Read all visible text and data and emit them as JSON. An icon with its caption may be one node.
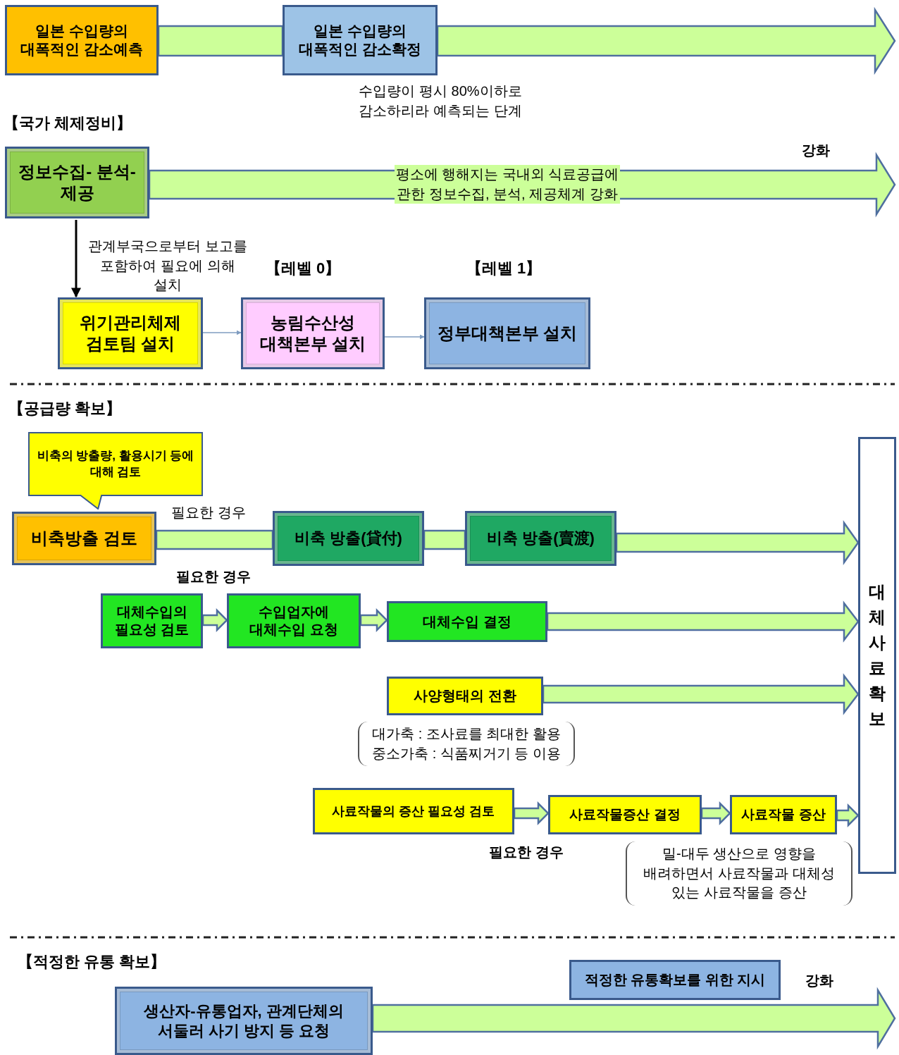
{
  "diagram": {
    "nodes": [
      {
        "text": [
          "일본 수입량의 대폭적인 감소예측"
        ]
      },
      {
        "text": [
          "일본 수입량의 대폭적인 감소확정"
        ],
        "beside": [
          "수입량이 평시 80%이하로 감소하리라 예측되는 단계"
        ]
      },
      {
        "text": [
          "정보수집- 분석-제공"
        ]
      },
      {
        "text": [
          "위기관리체제 검토팀 설치"
        ]
      },
      {
        "text": [
          "농림수산성 대책본부 설치"
        ],
        "beside": [
          "【레벨 0】"
        ]
      },
      {
        "text": [
          "정부대책본부 설치"
        ],
        "beside": [
          "【레벨 1】"
        ]
      },
      {
        "text": [
          "비축의 방출량, 활용시기 등에 대해 검토"
        ]
      },
      {
        "text": [
          "비축방출 검토"
        ]
      },
      {
        "text": [
          "비축 방출(貸付)"
        ]
      },
      {
        "text": [
          "비축 방출(賣渡)"
        ]
      },
      {
        "text": [
          "대체수입의 필요성 검토"
        ]
      },
      {
        "text": [
          "수입업자에 대체수입 요청"
        ]
      },
      {
        "text": [
          "대체수입 결정"
        ]
      },
      {
        "text": [
          "사양형태의 전환"
        ],
        "beside": [
          "대가축 : 조사료를 최대한 활용",
          "중소가축 : 식품찌거기 등 이용"
        ]
      },
      {
        "text": [
          "사료작물의 증산 필요성 검토"
        ]
      },
      {
        "text": [
          "사료작물증산 결정"
        ]
      },
      {
        "text": [
          "사료작물 증산"
        ],
        "beside": [
          "밀-대두 생산으로 영향을 배려하면서 사료작물과 대체성 있는 사료작물을 증산"
        ]
      },
      {
        "text": [
          "대체사료 확보"
        ]
      },
      {
        "text": [
          "생산자-유통업자, 관계단체의 서둘러 사기 방지 등 요청"
        ]
      },
      {
        "text": [
          "적정한 유통확보를 위한 지시"
        ]
      }
    ],
    "edges": [
      {
        "from": 0,
        "to": 1,
        "arrow": "none",
        "style": "thick"
      },
      {
        "from": 1,
        "to": null,
        "arrow": "to",
        "style": "thick"
      },
      {
        "from": 2,
        "to": null,
        "arrow": "to",
        "style": "thick",
        "label": "평소에 행해지는 국내외 식료공급에 관한 정보수집, 분석, 제공체계 강화"
      },
      {
        "from": 2,
        "to": 3,
        "arrow": "to",
        "color": "#000000",
        "label": "관계부국으로부터 보고를 포함하여 필요에 의해 설치"
      },
      {
        "from": 3,
        "to": 4,
        "arrow": "to",
        "color": "#7f9cc0"
      },
      {
        "from": 4,
        "to": 5,
        "arrow": "to",
        "color": "#7f9cc0"
      },
      {
        "from": 7,
        "to": 8,
        "arrow": "none",
        "style": "thick",
        "label": "필요한 경우"
      },
      {
        "from": 8,
        "to": 9,
        "arrow": "none",
        "style": "thick"
      },
      {
        "from": 9,
        "to": 17,
        "arrow": "to",
        "style": "thick"
      },
      {
        "from": 10,
        "to": 11,
        "arrow": "to",
        "style": "thick"
      },
      {
        "from": 11,
        "to": 12,
        "arrow": "to",
        "style": "thick"
      },
      {
        "from": 12,
        "to": 17,
        "arrow": "to",
        "style": "thick"
      },
      {
        "from": 13,
        "to": 17,
        "arrow": "to",
        "style": "thick"
      },
      {
        "from": 14,
        "to": 15,
        "arrow": "to",
        "style": "thick"
      },
      {
        "from": 15,
        "to": 16,
        "arrow": "to",
        "style": "thick"
      },
      {
        "from": 16,
        "to": 17,
        "arrow": "to",
        "style": "thick"
      },
      {
        "from": 18,
        "to": null,
        "arrow": "to",
        "style": "thick"
      }
    ],
    "labels": [
      "【국가 체제정비】",
      "강화",
      "【공급량 확보】",
      "필요한 경우",
      "필요한 경우",
      "【적정한 유통 확보】",
      "강화"
    ]
  }
}
